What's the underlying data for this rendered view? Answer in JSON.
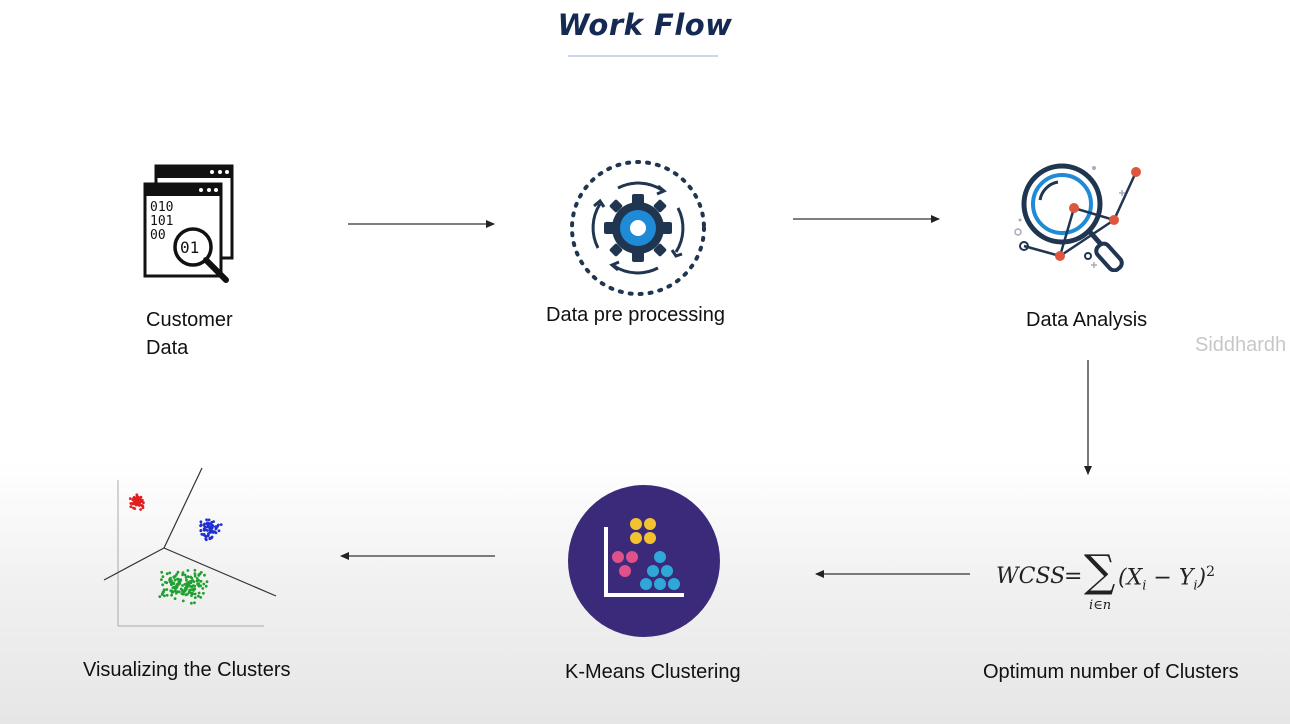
{
  "title": "Work Flow",
  "watermark": "Siddhardh",
  "steps": {
    "customer_data": "Customer\nData",
    "preprocessing": "Data pre processing",
    "analysis": "Data Analysis",
    "optimum": "Optimum number of Clusters",
    "kmeans": "K-Means Clustering",
    "visualizing": "Visualizing the Clusters"
  },
  "icon_text": {
    "binary_line1": "010",
    "binary_line2": "101",
    "binary_line3": "00",
    "binary_lens": "01"
  },
  "formula": {
    "lhs": "WCSS",
    "equals": "=",
    "sigma": "∑",
    "subscript": "i∈n",
    "body": "(X",
    "i1": "i",
    "minus": " − Y",
    "i2": "i",
    "close": ")",
    "power": "2"
  },
  "colors": {
    "title": "#142a52",
    "accent_blue": "#1f8ad6",
    "dark_navy": "#1f3550",
    "kmeans_circle": "#3b2a7a",
    "analysis_red": "#e0553e"
  }
}
